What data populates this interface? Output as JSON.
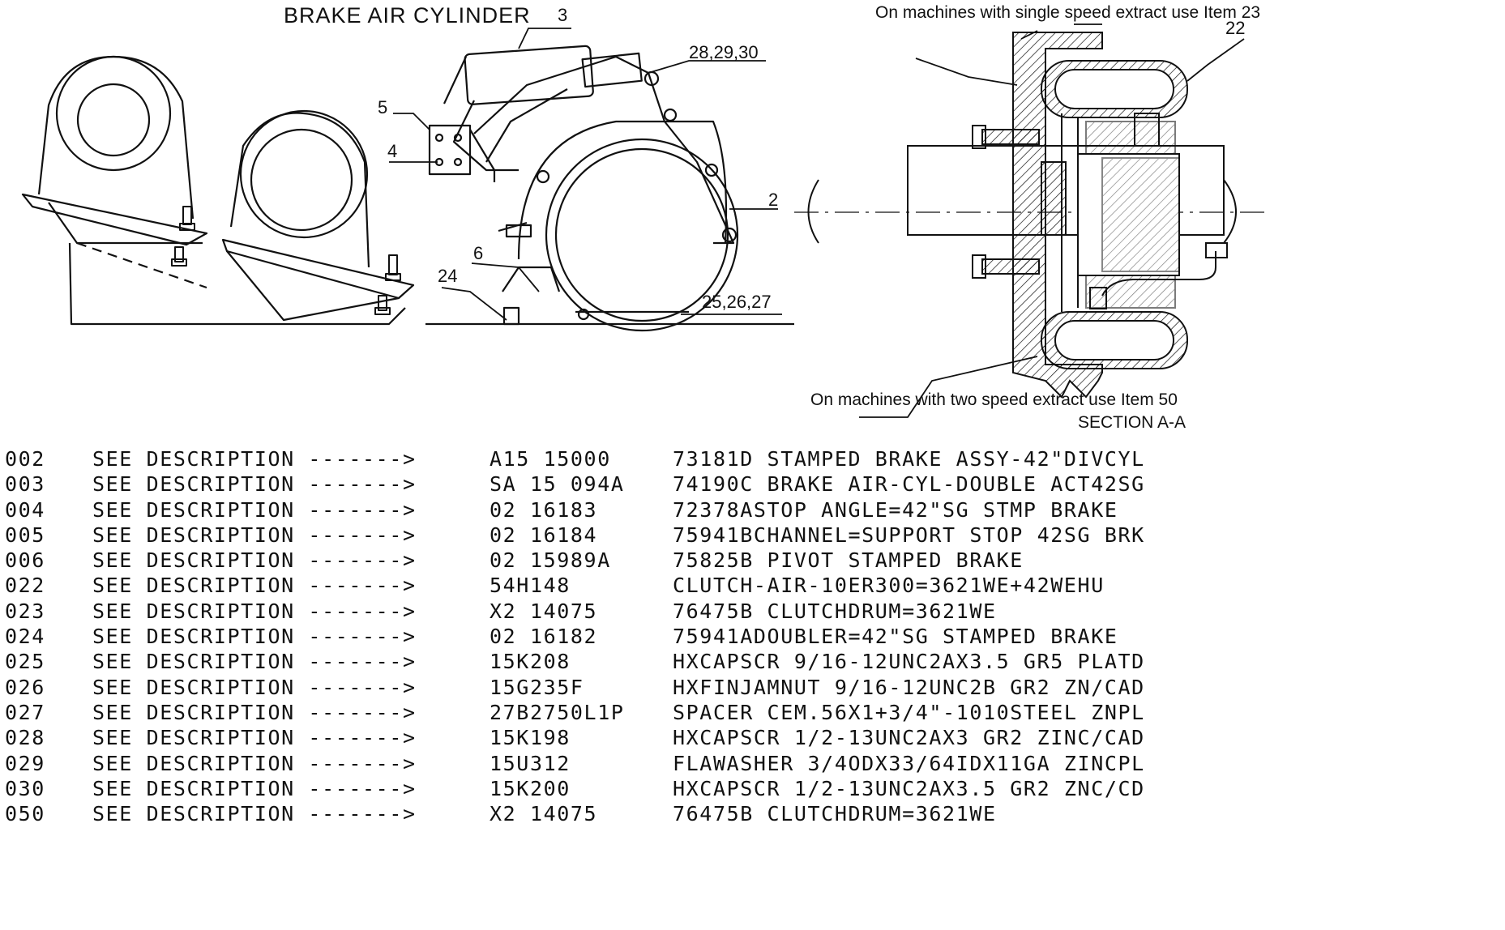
{
  "diagram": {
    "title": "BRAKE AIR CYLINDER",
    "callouts": [
      "3",
      "28,29,30",
      "5",
      "4",
      "2",
      "6",
      "24",
      "25,26,27",
      "22"
    ],
    "notes": {
      "single_speed": "On machines with single speed extract use Item 23",
      "two_speed": "On machines with two speed extract use Item 50",
      "section": "SECTION A-A"
    }
  },
  "parts_list": {
    "rows": [
      {
        "item": "002",
        "see": "SEE DESCRIPTION ------->",
        "part": "A15 15000",
        "desc": "73181D STAMPED BRAKE ASSY-42\"DIVCYL"
      },
      {
        "item": "003",
        "see": "SEE DESCRIPTION ------->",
        "part": "SA 15 094A",
        "desc": "74190C BRAKE AIR-CYL-DOUBLE ACT42SG"
      },
      {
        "item": "004",
        "see": "SEE DESCRIPTION ------->",
        "part": "02 16183",
        "desc": "72378ASTOP ANGLE=42\"SG STMP BRAKE"
      },
      {
        "item": "005",
        "see": "SEE DESCRIPTION ------->",
        "part": "02 16184",
        "desc": "75941BCHANNEL=SUPPORT STOP 42SG BRK"
      },
      {
        "item": "006",
        "see": "SEE DESCRIPTION ------->",
        "part": "02 15989A",
        "desc": "75825B PIVOT STAMPED BRAKE"
      },
      {
        "item": "022",
        "see": "SEE DESCRIPTION ------->",
        "part": "54H148",
        "desc": "CLUTCH-AIR-10ER300=3621WE+42WEHU"
      },
      {
        "item": "023",
        "see": "SEE DESCRIPTION ------->",
        "part": "X2 14075",
        "desc": "76475B CLUTCHDRUM=3621WE"
      },
      {
        "item": "024",
        "see": "SEE DESCRIPTION ------->",
        "part": "02 16182",
        "desc": "75941ADOUBLER=42\"SG STAMPED BRAKE"
      },
      {
        "item": "025",
        "see": "SEE DESCRIPTION ------->",
        "part": "15K208",
        "desc": "HXCAPSCR 9/16-12UNC2AX3.5 GR5 PLATD"
      },
      {
        "item": "026",
        "see": "SEE DESCRIPTION ------->",
        "part": "15G235F",
        "desc": "HXFINJAMNUT 9/16-12UNC2B GR2 ZN/CAD"
      },
      {
        "item": "027",
        "see": "SEE DESCRIPTION ------->",
        "part": "27B2750L1P",
        "desc": "SPACER CEM.56X1+3/4\"-1010STEEL ZNPL"
      },
      {
        "item": "028",
        "see": "SEE DESCRIPTION ------->",
        "part": "15K198",
        "desc": "HXCAPSCR 1/2-13UNC2AX3 GR2 ZINC/CAD"
      },
      {
        "item": "029",
        "see": "SEE DESCRIPTION ------->",
        "part": "15U312",
        "desc": "FLAWASHER 3/4ODX33/64IDX11GA ZINCPL"
      },
      {
        "item": "030",
        "see": "SEE DESCRIPTION ------->",
        "part": "15K200",
        "desc": "HXCAPSCR 1/2-13UNC2AX3.5 GR2 ZNC/CD"
      },
      {
        "item": "050",
        "see": "SEE DESCRIPTION ------->",
        "part": "X2 14075",
        "desc": "76475B CLUTCHDRUM=3621WE"
      }
    ]
  }
}
